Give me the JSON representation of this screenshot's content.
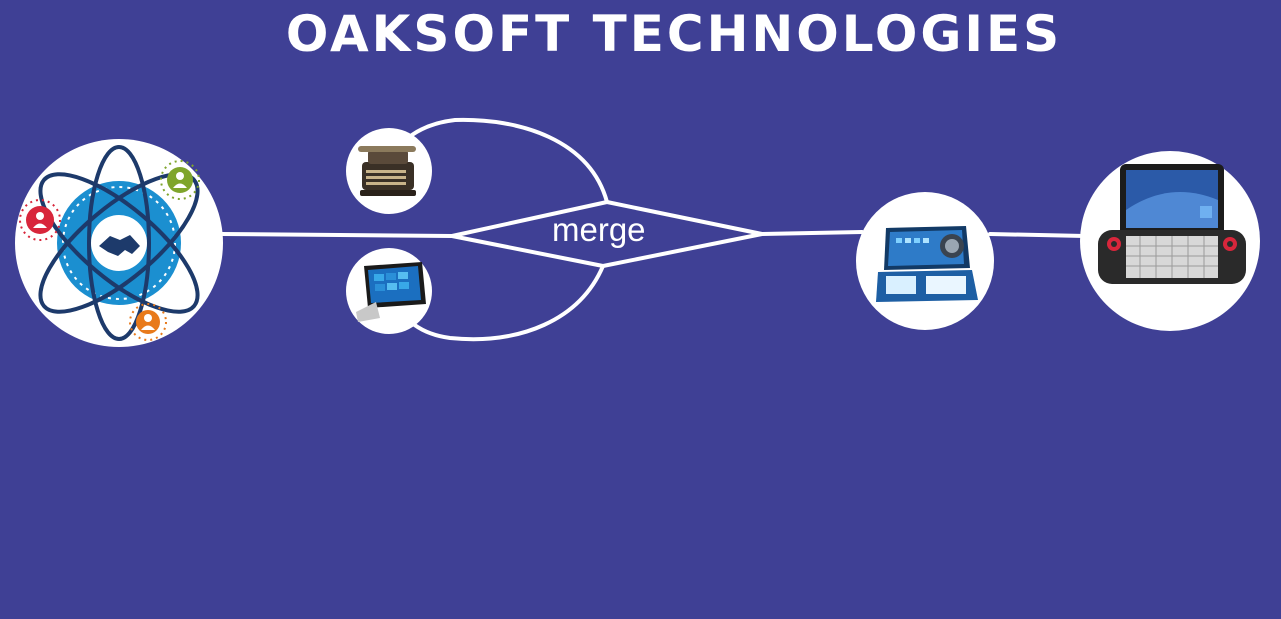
{
  "page": {
    "title": "OAKSOFT TECHNOLOGIES"
  },
  "diagram": {
    "merge_label": "merge",
    "nodes": [
      {
        "id": "collaboration",
        "icon": "handshake-network-icon"
      },
      {
        "id": "typewriter",
        "icon": "typewriter-icon"
      },
      {
        "id": "laptop",
        "icon": "convertible-laptop-icon"
      },
      {
        "id": "flexible-tablet",
        "icon": "flexible-tablet-icon"
      },
      {
        "id": "umpc",
        "icon": "handheld-pc-icon"
      }
    ]
  },
  "colors": {
    "background": "#3f4095",
    "line": "#ffffff",
    "circle": "#ffffff",
    "accent_red": "#d8263b",
    "accent_green": "#7fa52c",
    "accent_orange": "#e87a1b",
    "accent_blue": "#1b8fd0",
    "accent_navy": "#1d3a6b"
  }
}
